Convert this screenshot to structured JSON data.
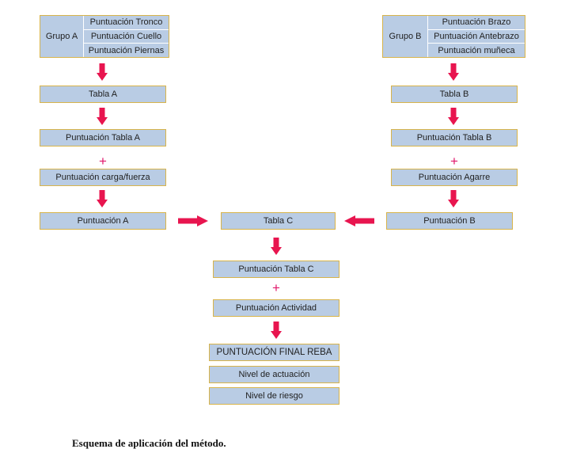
{
  "group_a": {
    "label": "Grupo A",
    "items": [
      "Puntuación Tronco",
      "Puntuación Cuello",
      "Puntuación Piernas"
    ]
  },
  "group_b": {
    "label": "Grupo B",
    "items": [
      "Puntuación Brazo",
      "Puntuación Antebrazo",
      "Puntuación muñeca"
    ]
  },
  "left_column": {
    "tabla": "Tabla A",
    "puntuacion_tabla": "Puntuación Tabla A",
    "plus": "+",
    "extra": "Puntuación carga/fuerza",
    "result": "Puntuación  A"
  },
  "right_column": {
    "tabla": "Tabla B",
    "puntuacion_tabla": "Puntuación Tabla B",
    "plus": "+",
    "extra": "Puntuación Agarre",
    "result": "Puntuación  B"
  },
  "center_column": {
    "tabla": "Tabla C",
    "puntuacion_tabla": "Puntuación Tabla C",
    "plus": "+",
    "extra": "Puntuación Actividad",
    "final": "PUNTUACIÓN FINAL REBA",
    "nivel_actuacion": "Nivel de actuación",
    "nivel_riesgo": "Nivel de riesgo"
  },
  "caption": "Esquema de aplicación del método.",
  "colors": {
    "box_fill": "#b9cce4",
    "box_border": "#d8b44a",
    "arrow": "#e8154f",
    "plus": "#e0166a"
  }
}
